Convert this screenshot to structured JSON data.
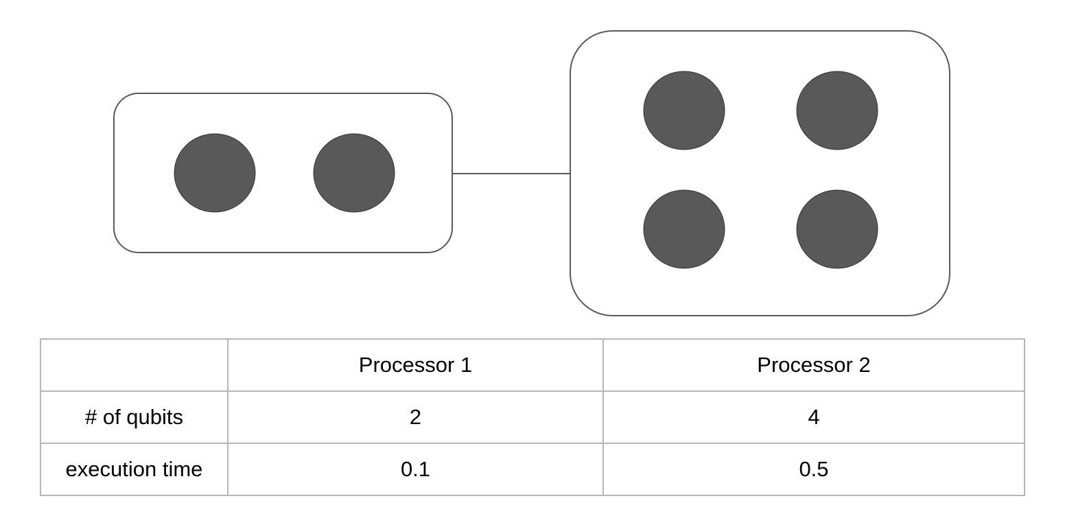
{
  "diagram": {
    "processors": [
      {
        "qubits": 2,
        "qubit_color": "#595959"
      },
      {
        "qubits": 4,
        "qubit_color": "#595959"
      }
    ],
    "outline_color": "#595959",
    "connector_color": "#595959"
  },
  "table": {
    "headers": [
      "",
      "Processor 1",
      "Processor 2"
    ],
    "rows": [
      {
        "label": "# of qubits",
        "values": [
          "2",
          "4"
        ]
      },
      {
        "label": "execution time",
        "values": [
          "0.1",
          "0.5"
        ]
      }
    ],
    "border_color": "#b7b7b7"
  }
}
